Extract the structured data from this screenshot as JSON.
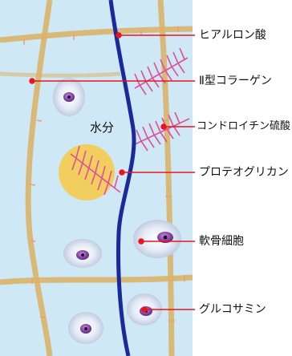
{
  "labels": {
    "hyaluronic_acid": "ヒアルロン酸",
    "type2_collagen": "Ⅱ型コラーゲン",
    "chondroitin_sulfate": "コンドロイチン硫酸",
    "proteoglycan": "プロテオグリカン",
    "chondrocyte": "軟骨細胞",
    "glucosamine": "グルコサミン",
    "water": "水分"
  },
  "colors": {
    "background": "#d4ebf7",
    "hyaluronic_acid": "#1a2a9a",
    "collagen_fiber": "#d9b46a",
    "fiber_tick": "#e9a070",
    "chondroitin": "#e0509a",
    "proteoglycan_disc": "#f3cc55",
    "leader_line": "#e8141e",
    "cell_nucleus": "#6a2a8a"
  }
}
